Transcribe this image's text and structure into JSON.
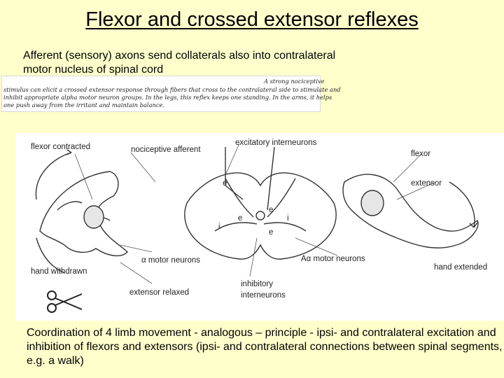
{
  "title": "Flexor and crossed extensor reflexes",
  "intro": "Afferent (sensory) axons send collaterals also into contralateral motor nucleus of spinal cord",
  "scan_text": {
    "line1": "A strong nociceptive",
    "line2": "stimulus can elicit a crossed extensor response through fibers that cross to the contralateral side to stimulate and",
    "line3": "inhibit appropriate alpha motor neuron groups. In the legs, this reflex keeps one standing. In the arms, it helps",
    "line4": "one push away from the irritant and maintain balance."
  },
  "figure_labels": {
    "flexor_contracted": "flexor contracted",
    "nociceptive_afferent": "nociceptive afferent",
    "excitatory_interneurons": "excitatory interneurons",
    "flexor": "flexor",
    "extensor": "extensor",
    "hand_withdrawn": "hand withdrawn",
    "alpha_motor_left": "α motor neurons",
    "alpha_motor_right": "Aα motor neurons",
    "hand_extended": "hand extended",
    "extensor_relaxed": "extensor relaxed",
    "inhibitory_interneurons_1": "inhibitory",
    "inhibitory_interneurons_2": "interneurons",
    "e1": "e",
    "e2": "e",
    "e3": "e",
    "e4": "e",
    "i1": "i",
    "i2": "i"
  },
  "bottom": "Coordination of 4 limb movement - analogous – principle -  ipsi- and contralateral excitation and inhibition of flexors and extensors (ipsi- and contralateral connections between spinal segments, e.g. a walk)"
}
